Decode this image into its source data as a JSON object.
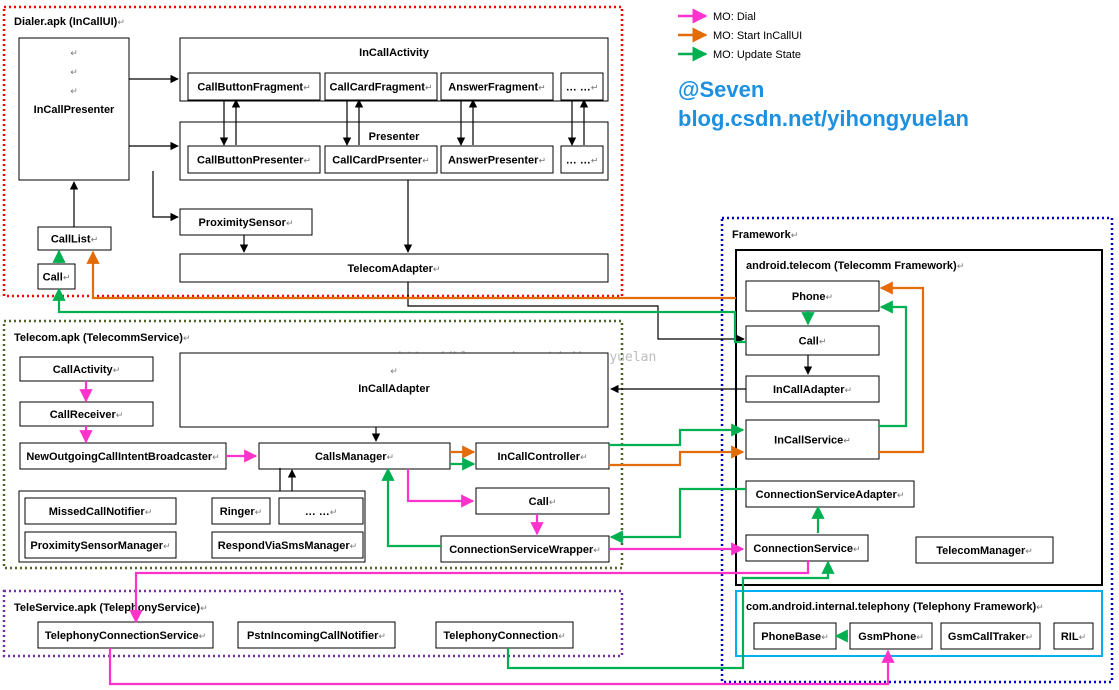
{
  "legend": [
    {
      "label": "MO: Dial",
      "color": "#ff33cc"
    },
    {
      "label": "MO: Start InCallUI",
      "color": "#e26b0a"
    },
    {
      "label": "MO: Update State",
      "color": "#00b050"
    }
  ],
  "watermark": {
    "handle": "@Seven",
    "url": "blog.csdn.net/yihongyuelan",
    "stamp": "http://blog.csdn.net/yihongyuelan"
  },
  "groups": {
    "dialer": "Dialer.apk (InCallUI)",
    "telecom_apk": "Telecom.apk (TelecommService)",
    "teleservice": "TeleService.apk (TelephonyService)",
    "framework": "Framework",
    "telecom_fw": "android.telecom (Telecomm Framework)",
    "telephony_fw": "com.android.internal.telephony (Telephony Framework)"
  },
  "nodes": {
    "incall_presenter": "InCallPresenter",
    "incall_activity": "InCallActivity",
    "call_button_fragment": "CallButtonFragment",
    "call_card_fragment": "CallCardFragment",
    "answer_fragment": "AnswerFragment",
    "frag_more": "… …",
    "presenter": "Presenter",
    "call_button_presenter": "CallButtonPresenter",
    "call_card_presenter": "CallCardPrsenter",
    "answer_presenter": "AnswerPresenter",
    "presenter_more": "… …",
    "proximity_sensor": "ProximitySensor",
    "call_list": "CallList",
    "call_ui": "Call",
    "telecom_adapter": "TelecomAdapter",
    "call_activity": "CallActivity",
    "call_receiver": "CallReceiver",
    "nocib": "NewOutgoingCallIntentBroadcaster",
    "incall_adapter_svc": "InCallAdapter",
    "calls_manager": "CallsManager",
    "incall_controller": "InCallController",
    "call_svc": "Call",
    "missed_call_notifier": "MissedCallNotifier",
    "ringer": "Ringer",
    "svc_more": "… …",
    "proximity_sensor_manager": "ProximitySensorManager",
    "respond_via_sms_manager": "RespondViaSmsManager",
    "connection_service_wrapper": "ConnectionServiceWrapper",
    "telephony_connection_service": "TelephonyConnectionService",
    "pstn_incoming_call_notifier": "PstnIncomingCallNotifier",
    "telephony_connection": "TelephonyConnection",
    "phone": "Phone",
    "call_fw": "Call",
    "incall_adapter_fw": "InCallAdapter",
    "incall_service": "InCallService",
    "connection_service_adapter": "ConnectionServiceAdapter",
    "connection_service": "ConnectionService",
    "telecom_manager": "TelecomManager",
    "phone_base": "PhoneBase",
    "gsm_phone": "GsmPhone",
    "gsm_call_traker": "GsmCallTraker",
    "ril": "RIL"
  }
}
